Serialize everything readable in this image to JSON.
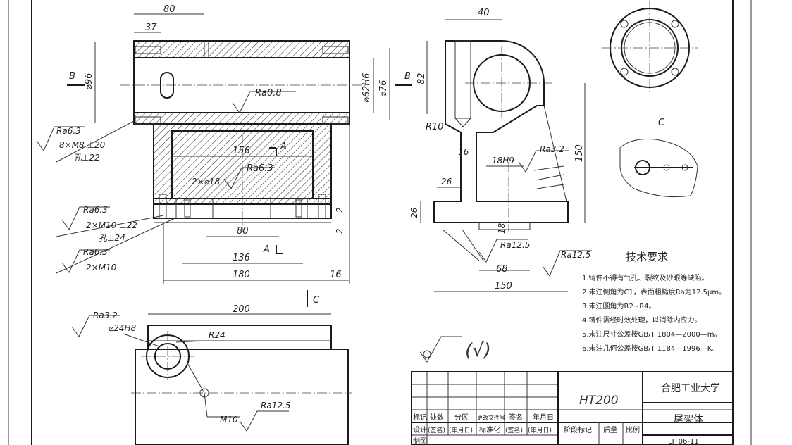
{
  "views": {
    "front": {
      "dims": [
        "80",
        "37",
        "⌀96",
        "Ra0.8",
        "⌀62H6",
        "⌀76",
        "156",
        "Ra6.3",
        "2×⌀18",
        "80",
        "136",
        "180",
        "16",
        "2",
        "2"
      ],
      "section_label_B": "B",
      "section_label_A": "A",
      "notes": {
        "n1_ra": "Ra6.3",
        "n1_l1": "8×M8 ⊥20",
        "n1_l2": "孔⊥22",
        "n2_ra": "Ra6.3",
        "n2_l1": "2×M10 ⊥22",
        "n2_l2": "孔⊥24",
        "n3_ra": "Ra6.3",
        "n3_l1": "2×M10"
      }
    },
    "side": {
      "dims": [
        "40",
        "82",
        "R10",
        "16",
        "18H9",
        "Ra3.2",
        "150",
        "26",
        "26",
        "18",
        "Ra12.5",
        "68",
        "150",
        "Ra12.5"
      ],
      "section_label_B": "B"
    },
    "detail_c": {
      "label": "C"
    },
    "top": {
      "dims": [
        "200",
        "R24",
        "Ra3.2",
        "⌀24H8",
        "M10",
        "Ra12.5"
      ],
      "arrow_label": "C"
    }
  },
  "roughness_symbol_text": "(√)",
  "tech_requirements": {
    "title": "技术要求",
    "items": [
      "1.铸件不得有气孔、裂纹及砂眼等缺陷。",
      "2.未注倒角为C1，表面粗糙度Ra为12.5μm。",
      "3.未注圆角为R2~R4。",
      "4.铸件需经时效处理，以消除内应力。",
      "5.未注尺寸公差按GB/T 1804—2000—m。",
      "6.未注几何公差按GB/T 1184—1996—K。"
    ]
  },
  "title_block": {
    "material": "HT200",
    "school": "合肥工业大学",
    "part_name": "尾架体",
    "drawing_no": "LJT06-11",
    "row1": [
      "标记",
      "处数",
      "分区",
      "更改文件号",
      "签名",
      "年月日"
    ],
    "row2": [
      "设计",
      "(签名)",
      "(年月日)",
      "标准化",
      "(签名)",
      "(年月日)"
    ],
    "row3": [
      "制图"
    ],
    "stage_label": "阶段标记",
    "mass_label": "质量",
    "scale_label": "比例"
  }
}
